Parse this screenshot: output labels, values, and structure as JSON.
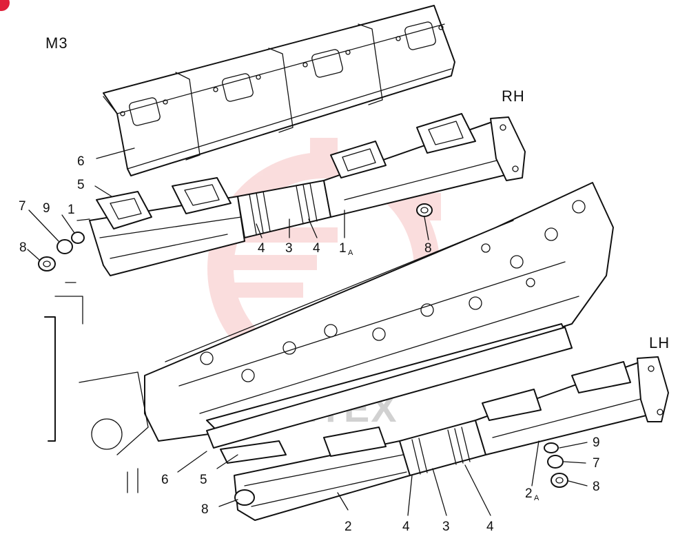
{
  "diagram": {
    "page_code": "M3",
    "side_right": "RH",
    "side_left": "LH",
    "watermark": "ИНТЕХ",
    "callouts_right": {
      "c6": "6",
      "c5": "5",
      "c7": "7",
      "c9": "9",
      "c1": "1",
      "c8a": "8",
      "c4a": "4",
      "c3": "3",
      "c4b": "4",
      "c1a_main": "1",
      "c1a_sub": "A",
      "c8b": "8"
    },
    "callouts_left": {
      "c6": "6",
      "c5": "5",
      "c8a": "8",
      "c2": "2",
      "c4a": "4",
      "c3": "3",
      "c4b": "4",
      "c2a_main": "2",
      "c2a_sub": "A",
      "c9": "9",
      "c7": "7",
      "c8b": "8"
    },
    "colors": {
      "line": "#111111",
      "watermark_red": "#f2a0a0",
      "accent_red": "#e0203a",
      "watermark_gray": "#9a9a9a"
    }
  }
}
